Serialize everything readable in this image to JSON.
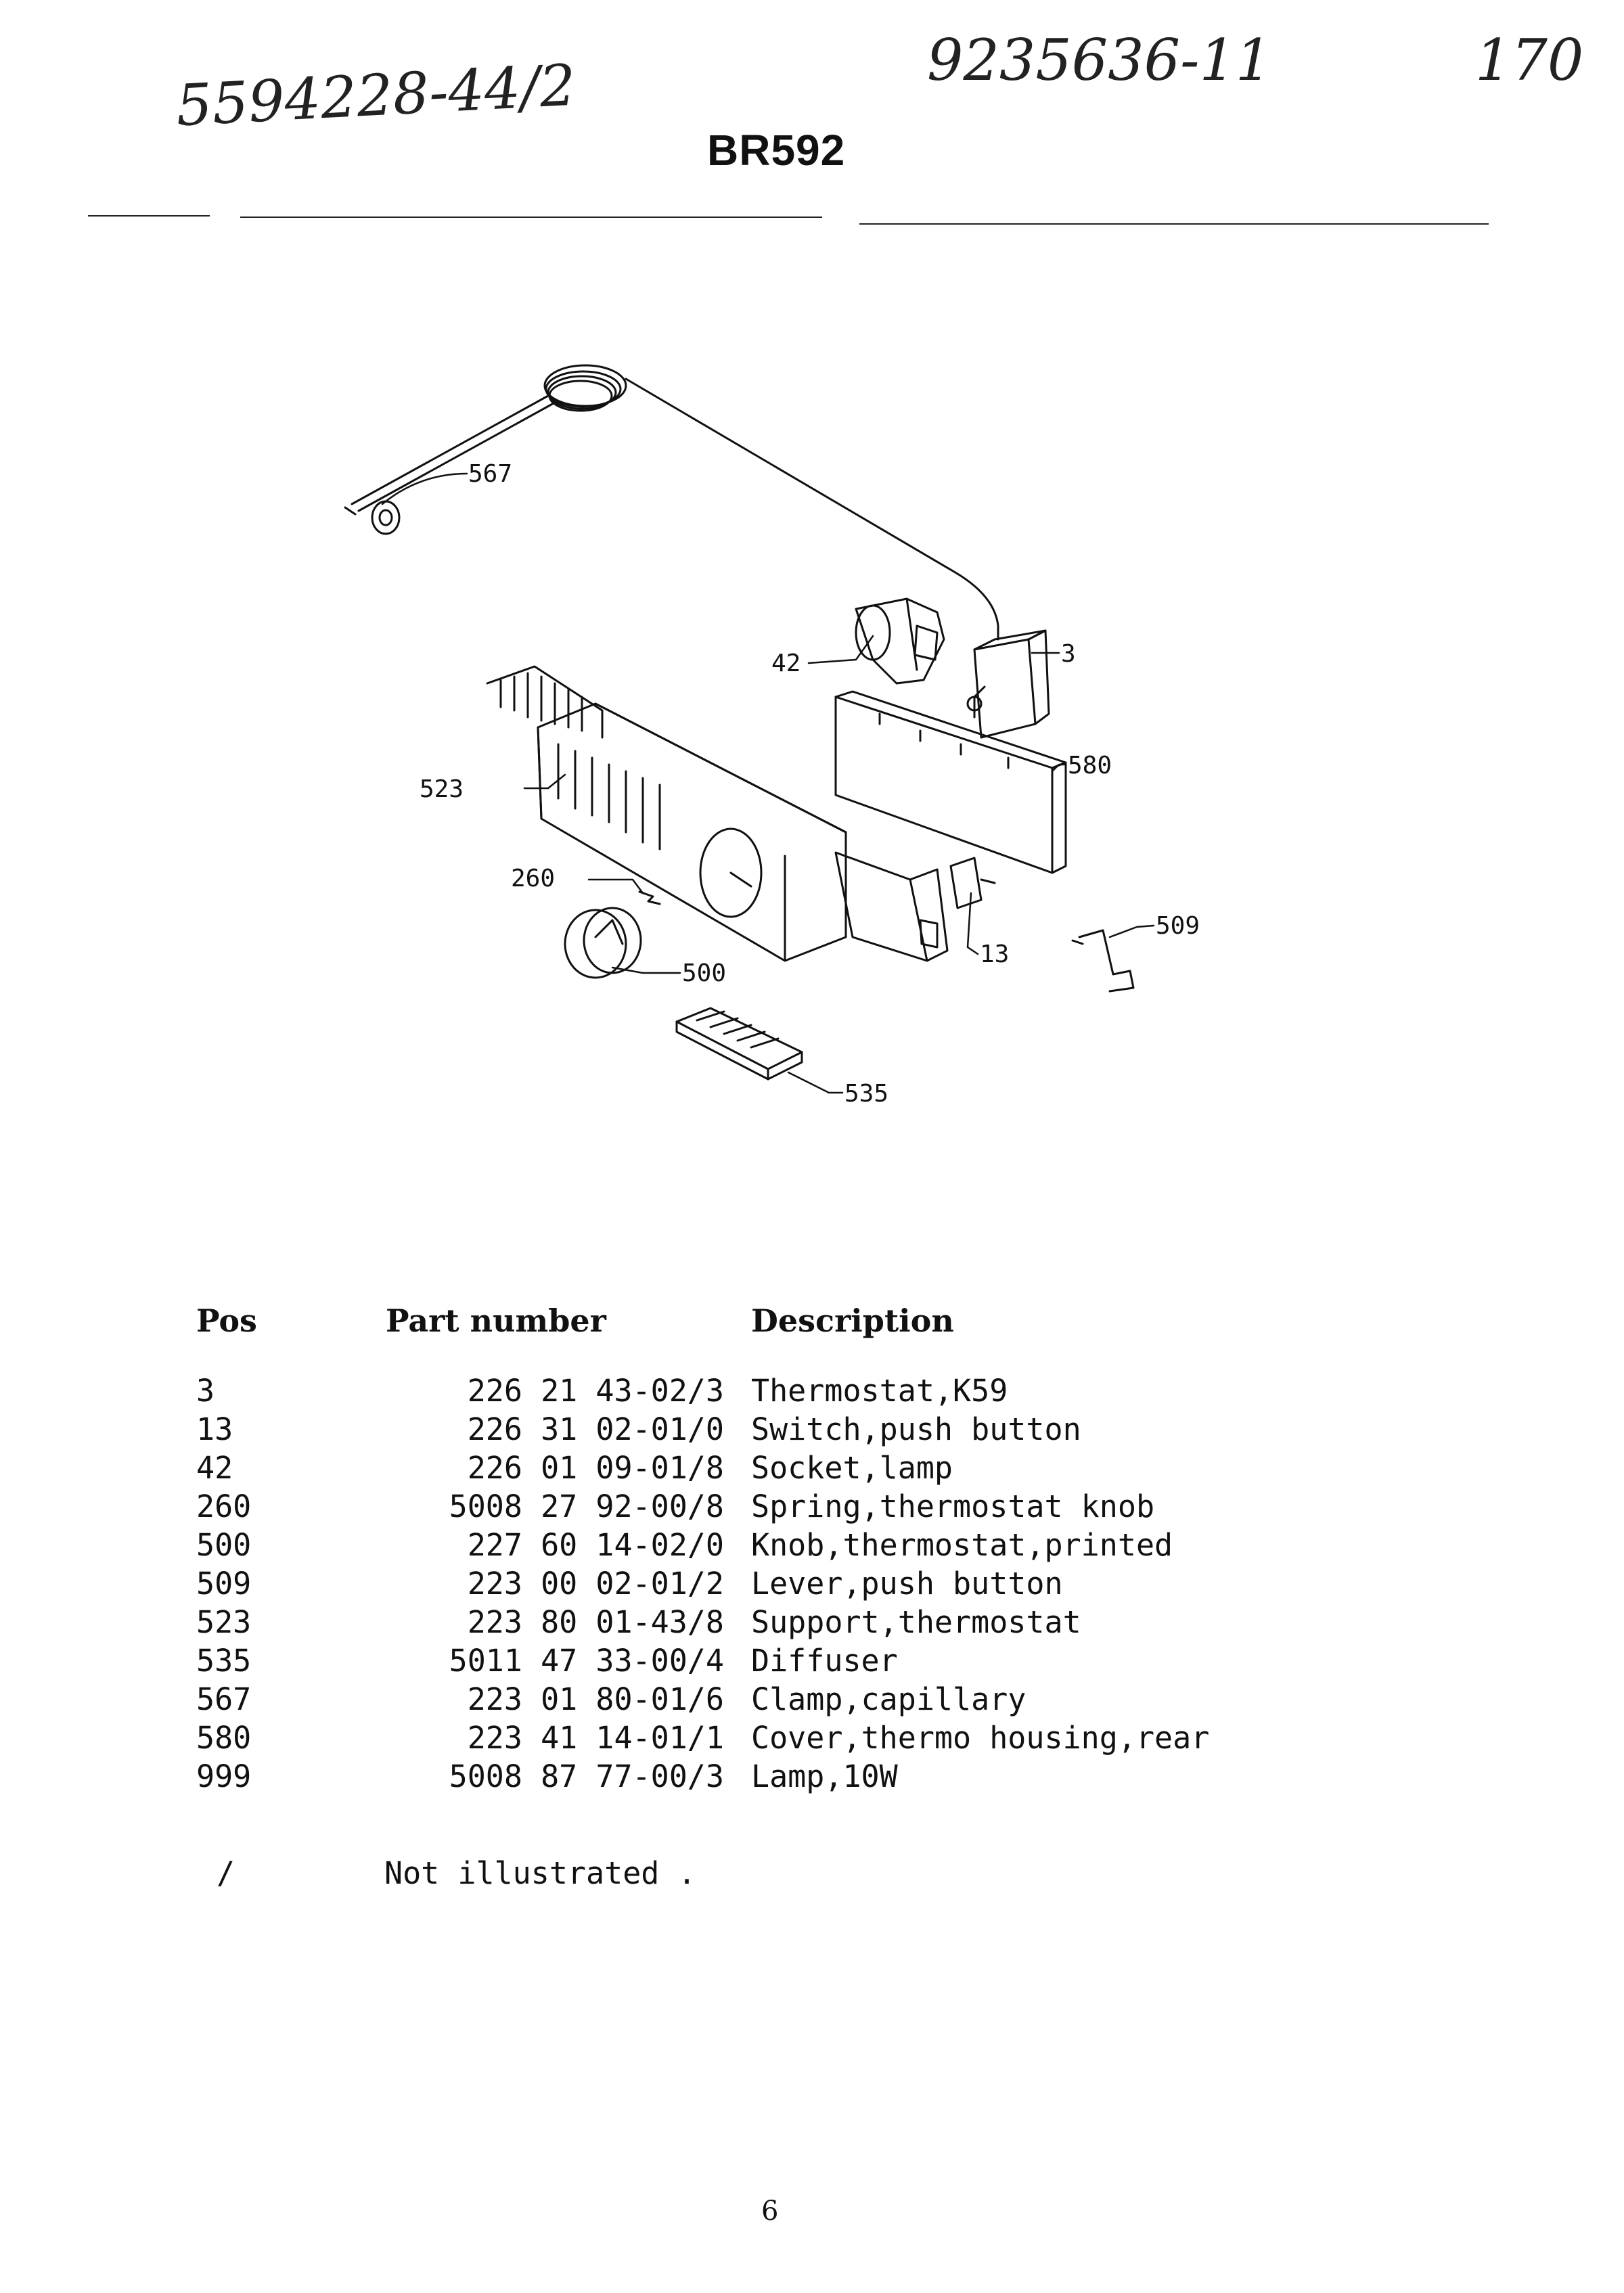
{
  "handwritten": {
    "left": "5594228-44/2",
    "center": "9235636-11",
    "right": "170"
  },
  "title": "BR592",
  "diagram": {
    "callouts": [
      "567",
      "42",
      "3",
      "523",
      "580",
      "260",
      "509",
      "13",
      "500",
      "535"
    ]
  },
  "table": {
    "headers": {
      "pos": "Pos",
      "part_number": "Part number",
      "description": "Description"
    },
    "rows": [
      {
        "pos": "3",
        "part_number": "226 21 43-02/3",
        "description": "Thermostat,K59"
      },
      {
        "pos": "13",
        "part_number": "226 31 02-01/0",
        "description": "Switch,push button"
      },
      {
        "pos": "42",
        "part_number": "226 01 09-01/8",
        "description": "Socket,lamp"
      },
      {
        "pos": "260",
        "part_number": "5008 27 92-00/8",
        "description": "Spring,thermostat knob"
      },
      {
        "pos": "500",
        "part_number": "227 60 14-02/0",
        "description": "Knob,thermostat,printed"
      },
      {
        "pos": "509",
        "part_number": "223 00 02-01/2",
        "description": "Lever,push button"
      },
      {
        "pos": "523",
        "part_number": "223 80 01-43/8",
        "description": "Support,thermostat"
      },
      {
        "pos": "535",
        "part_number": "5011 47 33-00/4",
        "description": "Diffuser"
      },
      {
        "pos": "567",
        "part_number": "223 01 80-01/6",
        "description": "Clamp,capillary"
      },
      {
        "pos": "580",
        "part_number": "223 41 14-01/1",
        "description": "Cover,thermo housing,rear"
      },
      {
        "pos": "999",
        "part_number": "5008 87 77-00/3",
        "description": "Lamp,10W"
      }
    ]
  },
  "note": {
    "marker": "/",
    "text": "Not illustrated ."
  },
  "page_number": "6"
}
